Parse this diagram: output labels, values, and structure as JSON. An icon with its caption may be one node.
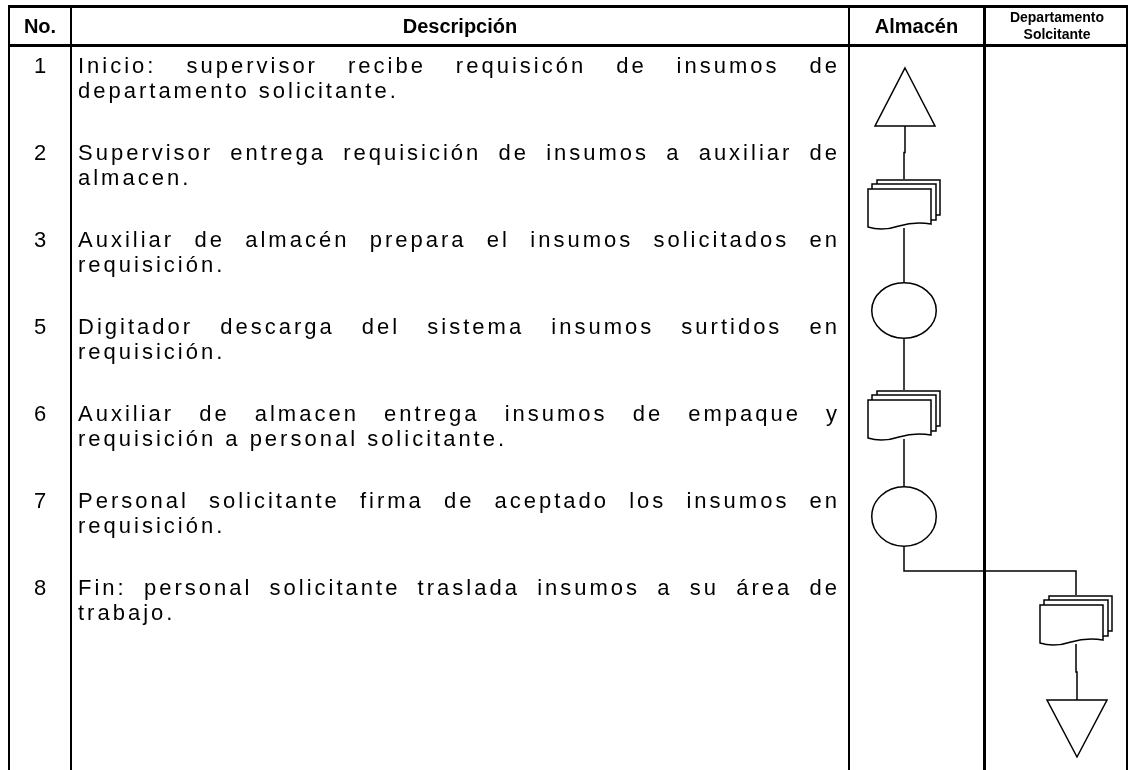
{
  "diagram": {
    "nodes": [
      {
        "text": [],
        "shape": "triangle"
      },
      {
        "text": [],
        "shape": "document"
      },
      {
        "text": [],
        "shape": "circle"
      },
      {
        "text": [],
        "shape": "document"
      },
      {
        "text": [],
        "shape": "circle"
      },
      {
        "text": [],
        "shape": "document"
      },
      {
        "text": [],
        "shape": "triangle"
      }
    ],
    "edges": [
      {
        "from": 0,
        "to": 1,
        "arrow": "none"
      },
      {
        "from": 1,
        "to": 2,
        "arrow": "none"
      },
      {
        "from": 2,
        "to": 3,
        "arrow": "none"
      },
      {
        "from": 3,
        "to": 4,
        "arrow": "none"
      },
      {
        "from": 4,
        "to": 5,
        "arrow": "none"
      },
      {
        "from": 5,
        "to": 6,
        "arrow": "none"
      }
    ],
    "labels": [
      "No.",
      "Descripción",
      "Almacén",
      "Departamento Solcitante",
      "1",
      "Inicio: supervisor recibe requisicón de insumos de departamento solicitante.",
      "2",
      "Supervisor entrega requisición de insumos a auxiliar de almacen.",
      "3",
      "Auxiliar de almacén prepara el insumos solicitados en requisición.",
      "5",
      "Digitador descarga del sistema insumos surtidos en requisición.",
      "6",
      "Auxiliar de almacen entrega insumos de empaque y requisición a personal solicitante.",
      "7",
      "Personal solicitante firma de aceptado los insumos en requisición.",
      "8",
      "Fin: personal solicitante traslada insumos a su área de trabajo."
    ]
  }
}
